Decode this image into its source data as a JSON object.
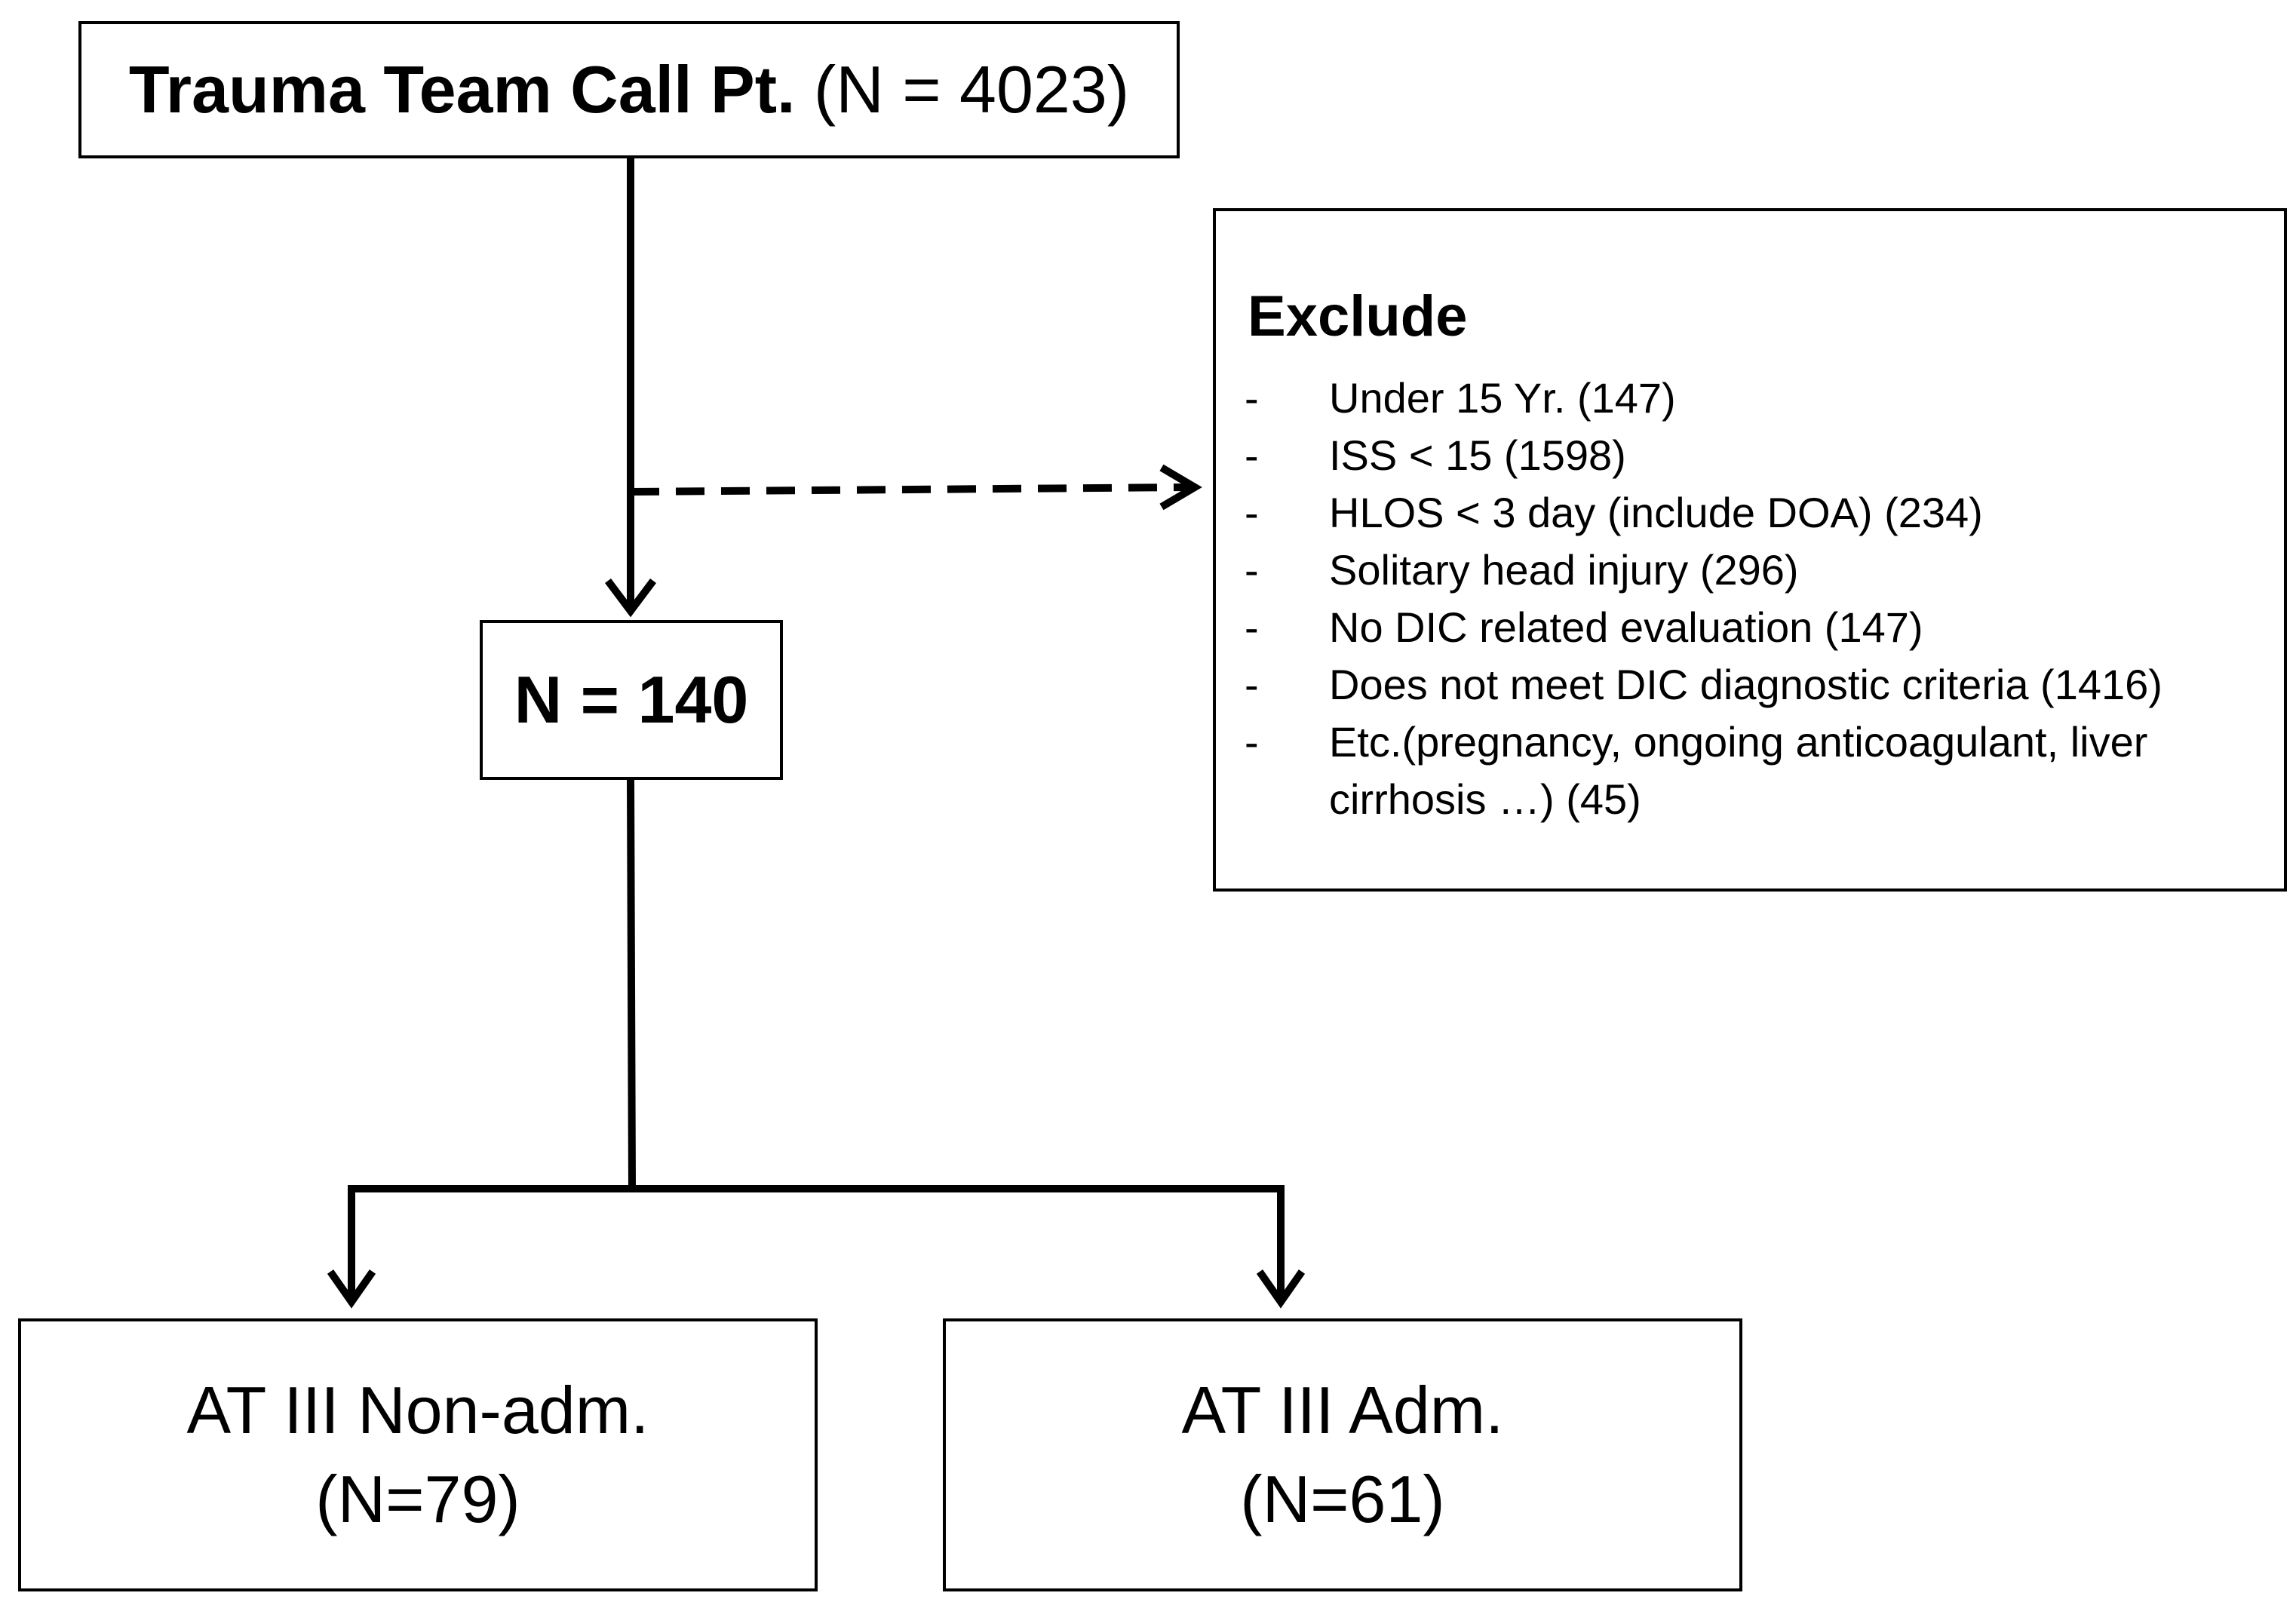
{
  "top": {
    "title": "Trauma Team Call Pt.",
    "count": "(N = 4023)"
  },
  "middle": {
    "label": "N = 140"
  },
  "exclude": {
    "title": "Exclude",
    "items": [
      {
        "bullet": "-",
        "text": "Under 15 Yr. (147)"
      },
      {
        "bullet": "-",
        "text": "ISS < 15 (1598)"
      },
      {
        "bullet": "-",
        "text": "HLOS < 3 day (include DOA) (234)"
      },
      {
        "bullet": "-",
        "text": "Solitary head injury (296)"
      },
      {
        "bullet": "-",
        "text": "No DIC related evaluation (147)"
      },
      {
        "bullet": "-",
        "text": "Does not meet DIC diagnostic criteria (1416)"
      },
      {
        "bullet": "-",
        "text": "Etc.(pregnancy, ongoing anticoagulant, liver cirrhosis …) (45)"
      }
    ]
  },
  "groups": {
    "left": {
      "name": "AT III Non-adm.",
      "count": "(N=79)"
    },
    "right": {
      "name": "AT III Adm.",
      "count": "(N=61)"
    }
  }
}
